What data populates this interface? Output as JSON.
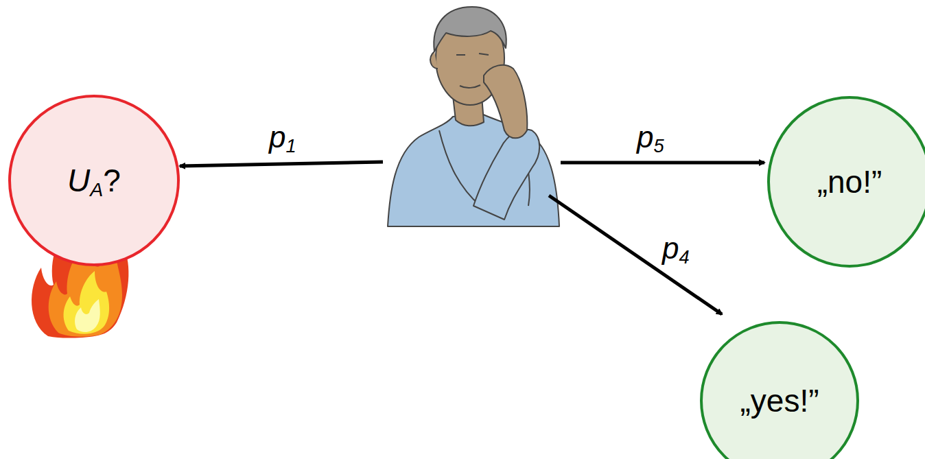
{
  "diagram": {
    "nodes": [
      {
        "text": [
          "UA?"
        ]
      },
      {
        "text": [
          "„no!”"
        ]
      },
      {
        "text": [
          "„yes!”"
        ]
      }
    ],
    "labels": [
      "p1",
      "p5",
      "p4"
    ]
  }
}
